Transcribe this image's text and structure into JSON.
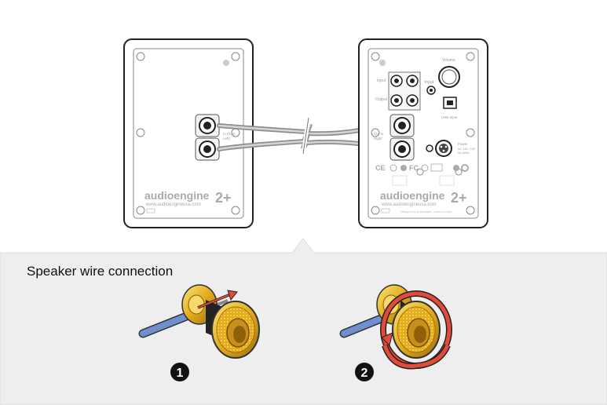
{
  "left_speaker": {
    "binding_post_label_1": "In (from",
    "binding_post_label_2": "Left)",
    "brand": "audioengine",
    "model": "2+",
    "url": "www.audioengineusa.com"
  },
  "right_speaker": {
    "volume_label": "Volume",
    "input_label": "Input",
    "output_label": "Output",
    "input2_label": "Input",
    "usb_label": "USB Input",
    "out_label_1": "Out to",
    "out_label_2": "Right",
    "power_label": "Power",
    "power_spec_1": "AC 115 / 230",
    "power_spec_2": "50-60Hz",
    "brand": "audioengine",
    "model": "2+",
    "url": "www.audioengineusa.com",
    "designed_note": "Designed by audioengine · made in China"
  },
  "panel": {
    "title": "Speaker wire connection",
    "step1": "1",
    "step2": "2"
  },
  "colors": {
    "panel_bg": "#eeeeee",
    "brass": "#e0b020",
    "arrow_red": "#e24a3a",
    "wire_blue": "#6f8fd0"
  }
}
